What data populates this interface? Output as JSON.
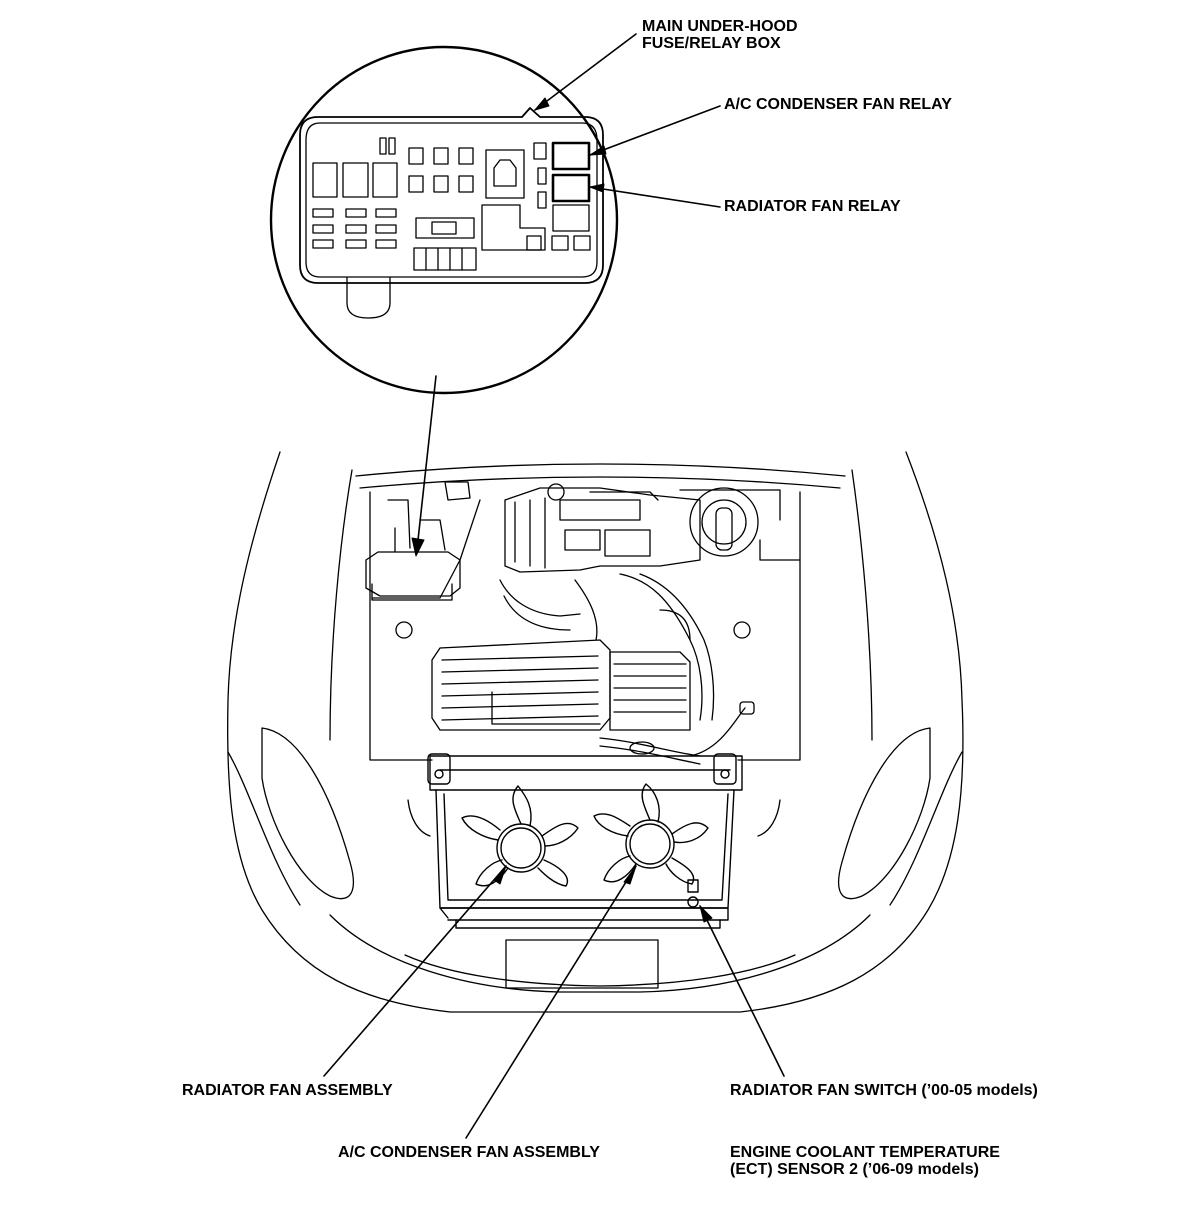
{
  "labels": {
    "main_fuse_box": [
      "MAIN UNDER-HOOD",
      "FUSE/RELAY BOX"
    ],
    "ac_condenser_fan_relay": "A/C CONDENSER FAN RELAY",
    "radiator_fan_relay": "RADIATOR FAN RELAY",
    "radiator_fan_assembly": "RADIATOR FAN ASSEMBLY",
    "radiator_fan_switch": "RADIATOR FAN SWITCH (’00-05 models)",
    "ac_condenser_fan_assembly": "A/C CONDENSER FAN ASSEMBLY",
    "ect_sensor": [
      "ENGINE COOLANT TEMPERATURE",
      "(ECT) SENSOR 2 (’06-09 models)"
    ]
  },
  "colors": {
    "ink": "#000000",
    "paper": "#ffffff"
  }
}
